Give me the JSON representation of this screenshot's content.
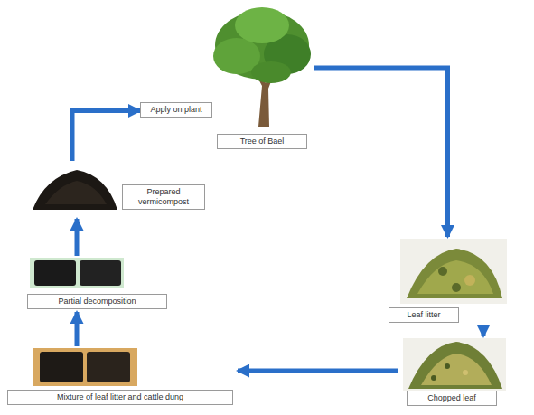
{
  "diagram": {
    "nodes": [
      {
        "text": [
          "Apply on plant"
        ]
      },
      {
        "text": [
          "Tree of Bael"
        ]
      },
      {
        "text": [
          "Leaf litter"
        ]
      },
      {
        "text": [
          "Chopped leaf"
        ]
      },
      {
        "text": [
          "Mixture of leaf litter and cattle dung"
        ]
      },
      {
        "text": [
          "Partial decomposition"
        ]
      },
      {
        "text": [
          "Prepared vermicompost"
        ]
      }
    ],
    "edges": [
      {
        "from": 1,
        "to": 2,
        "arrow": "to"
      },
      {
        "from": 2,
        "to": 3,
        "arrow": "to"
      },
      {
        "from": 3,
        "to": 4,
        "arrow": "to"
      },
      {
        "from": 4,
        "to": 5,
        "arrow": "to"
      },
      {
        "from": 5,
        "to": 6,
        "arrow": "to"
      },
      {
        "from": 6,
        "to": 0,
        "arrow": "to"
      }
    ]
  }
}
